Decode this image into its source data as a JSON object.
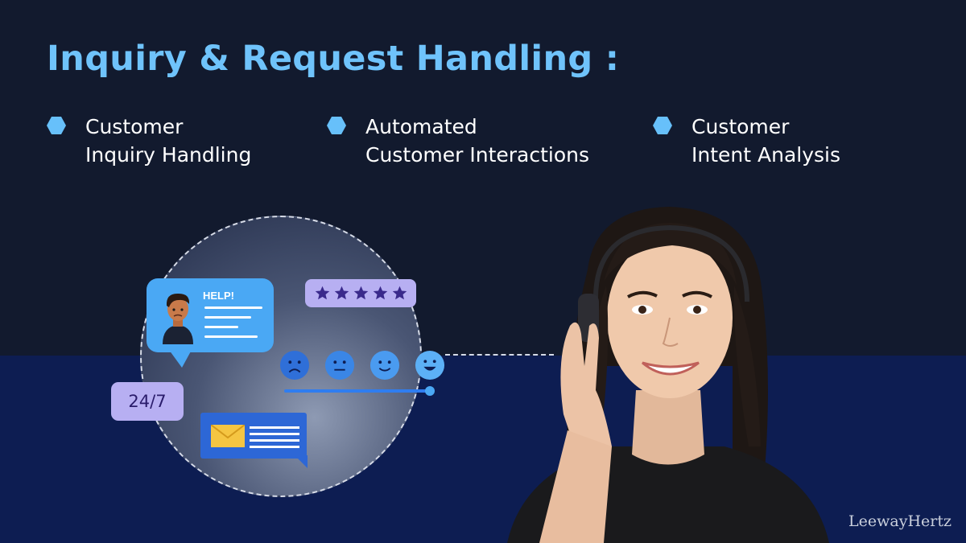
{
  "title": "Inquiry & Request Handling :",
  "bullets": [
    {
      "line1": "Customer",
      "line2": "Inquiry Handling"
    },
    {
      "line1": "Automated",
      "line2": "Customer Interactions"
    },
    {
      "line1": "Customer",
      "line2": "Intent Analysis"
    }
  ],
  "illustration": {
    "help_label": "HELP!",
    "badge_247": "24/7",
    "stars_count": 5,
    "faces": [
      "sad-face-icon",
      "neutral-face-icon",
      "smile-face-icon",
      "happy-face-icon"
    ]
  },
  "brand": "LeewayHertz",
  "colors": {
    "title": "#6fc3fb",
    "bullet_hex": "#67c0fa",
    "bg_top": "#121a2e",
    "bg_bottom": "#0d1d52",
    "bubble": "#4aa8f4",
    "lavender": "#b7aff2"
  }
}
